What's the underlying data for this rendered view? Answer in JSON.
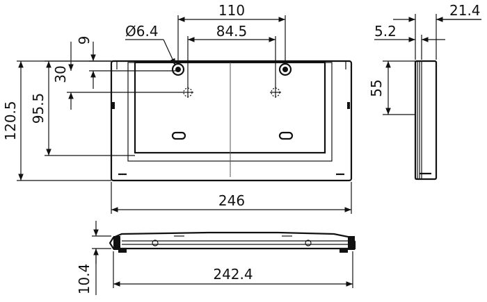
{
  "drawing": {
    "dimensions": {
      "front_width": "246",
      "front_height": "120.5",
      "hole_spacing_outer": "110",
      "hole_spacing_inner": "84.5",
      "hole_diameter": "Ø6.4",
      "slot_top_offset": "9",
      "slot_to_hole_offset": "30",
      "hole_to_bottom": "95.5",
      "side_depth": "21.4",
      "side_thickness": "5.2",
      "side_height": "55",
      "bottom_width": "242.4",
      "bottom_height": "10.4"
    }
  }
}
